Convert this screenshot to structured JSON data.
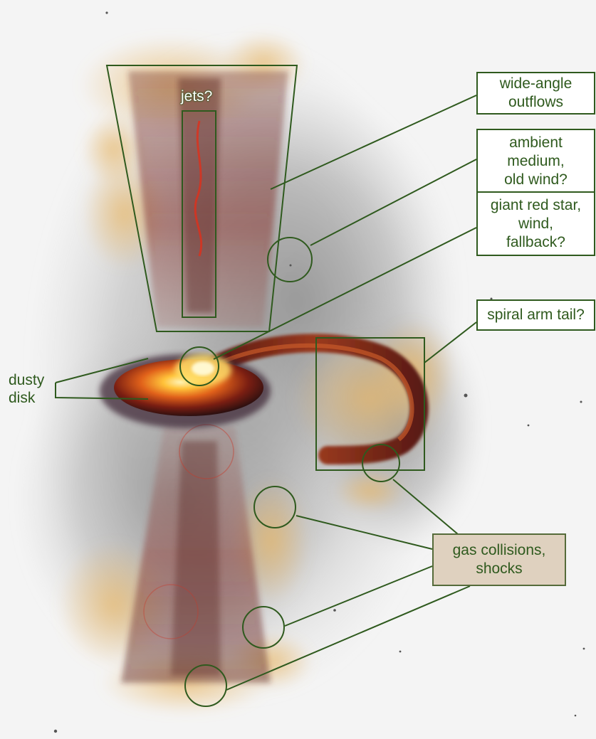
{
  "labels": {
    "jets": "jets?",
    "wide_angle_outflows": "wide-angle\noutflows",
    "ambient_medium": "ambient\nmedium,\nold wind?",
    "giant_red_star": "giant red star,\nwind,\nfallback?",
    "spiral_arm_tail": "spiral arm tail?",
    "dusty_disk": "dusty\ndisk",
    "gas_collisions": "gas collisions,\nshocks"
  },
  "colors": {
    "annotation_line": "#2f5a1e",
    "tan_box": "#dfd1bf",
    "nebula_orange": "#e8b86a",
    "disk_glow": "#ffb020",
    "outflow_red": "#8a2a20"
  }
}
